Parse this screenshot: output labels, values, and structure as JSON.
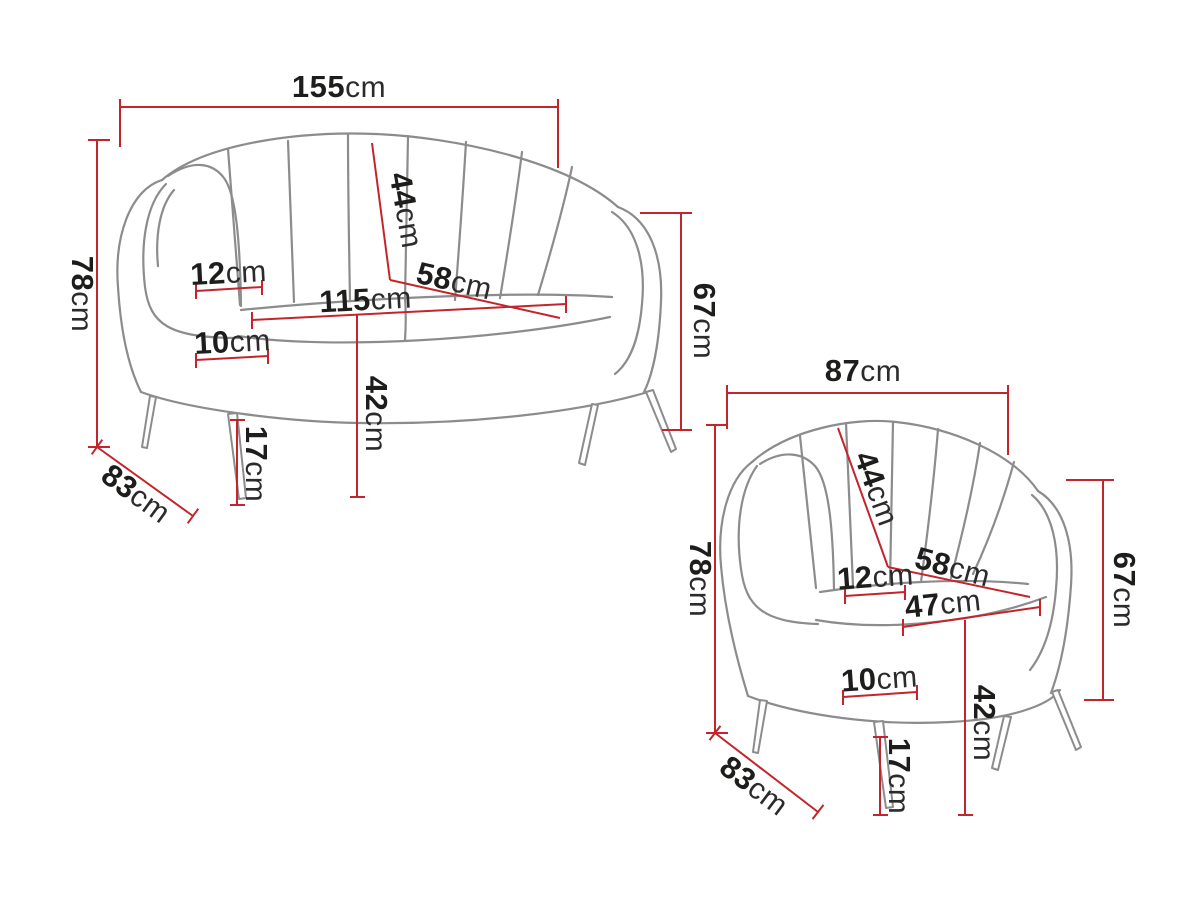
{
  "units": {
    "cm": "cm"
  },
  "figures": {
    "sofa": {
      "dims": {
        "width": "155",
        "height": "78",
        "depth": "83",
        "back_height": "44",
        "seat_depth": "58",
        "seat_width": "115",
        "armrest_top_width": "12",
        "armrest_front_width": "10",
        "seat_height": "42",
        "leg_height": "17",
        "armrest_height": "67"
      }
    },
    "armchair": {
      "dims": {
        "width": "87",
        "height": "78",
        "depth": "83",
        "back_height": "44",
        "seat_depth": "58",
        "seat_width": "47",
        "armrest_top_width": "12",
        "armrest_front_width": "10",
        "seat_height": "42",
        "leg_height": "17",
        "armrest_height": "67"
      }
    }
  },
  "colors": {
    "dimension": "#c4242b",
    "outline": "#8c8c8c",
    "text": "#1d1d1b",
    "background": "#ffffff"
  }
}
